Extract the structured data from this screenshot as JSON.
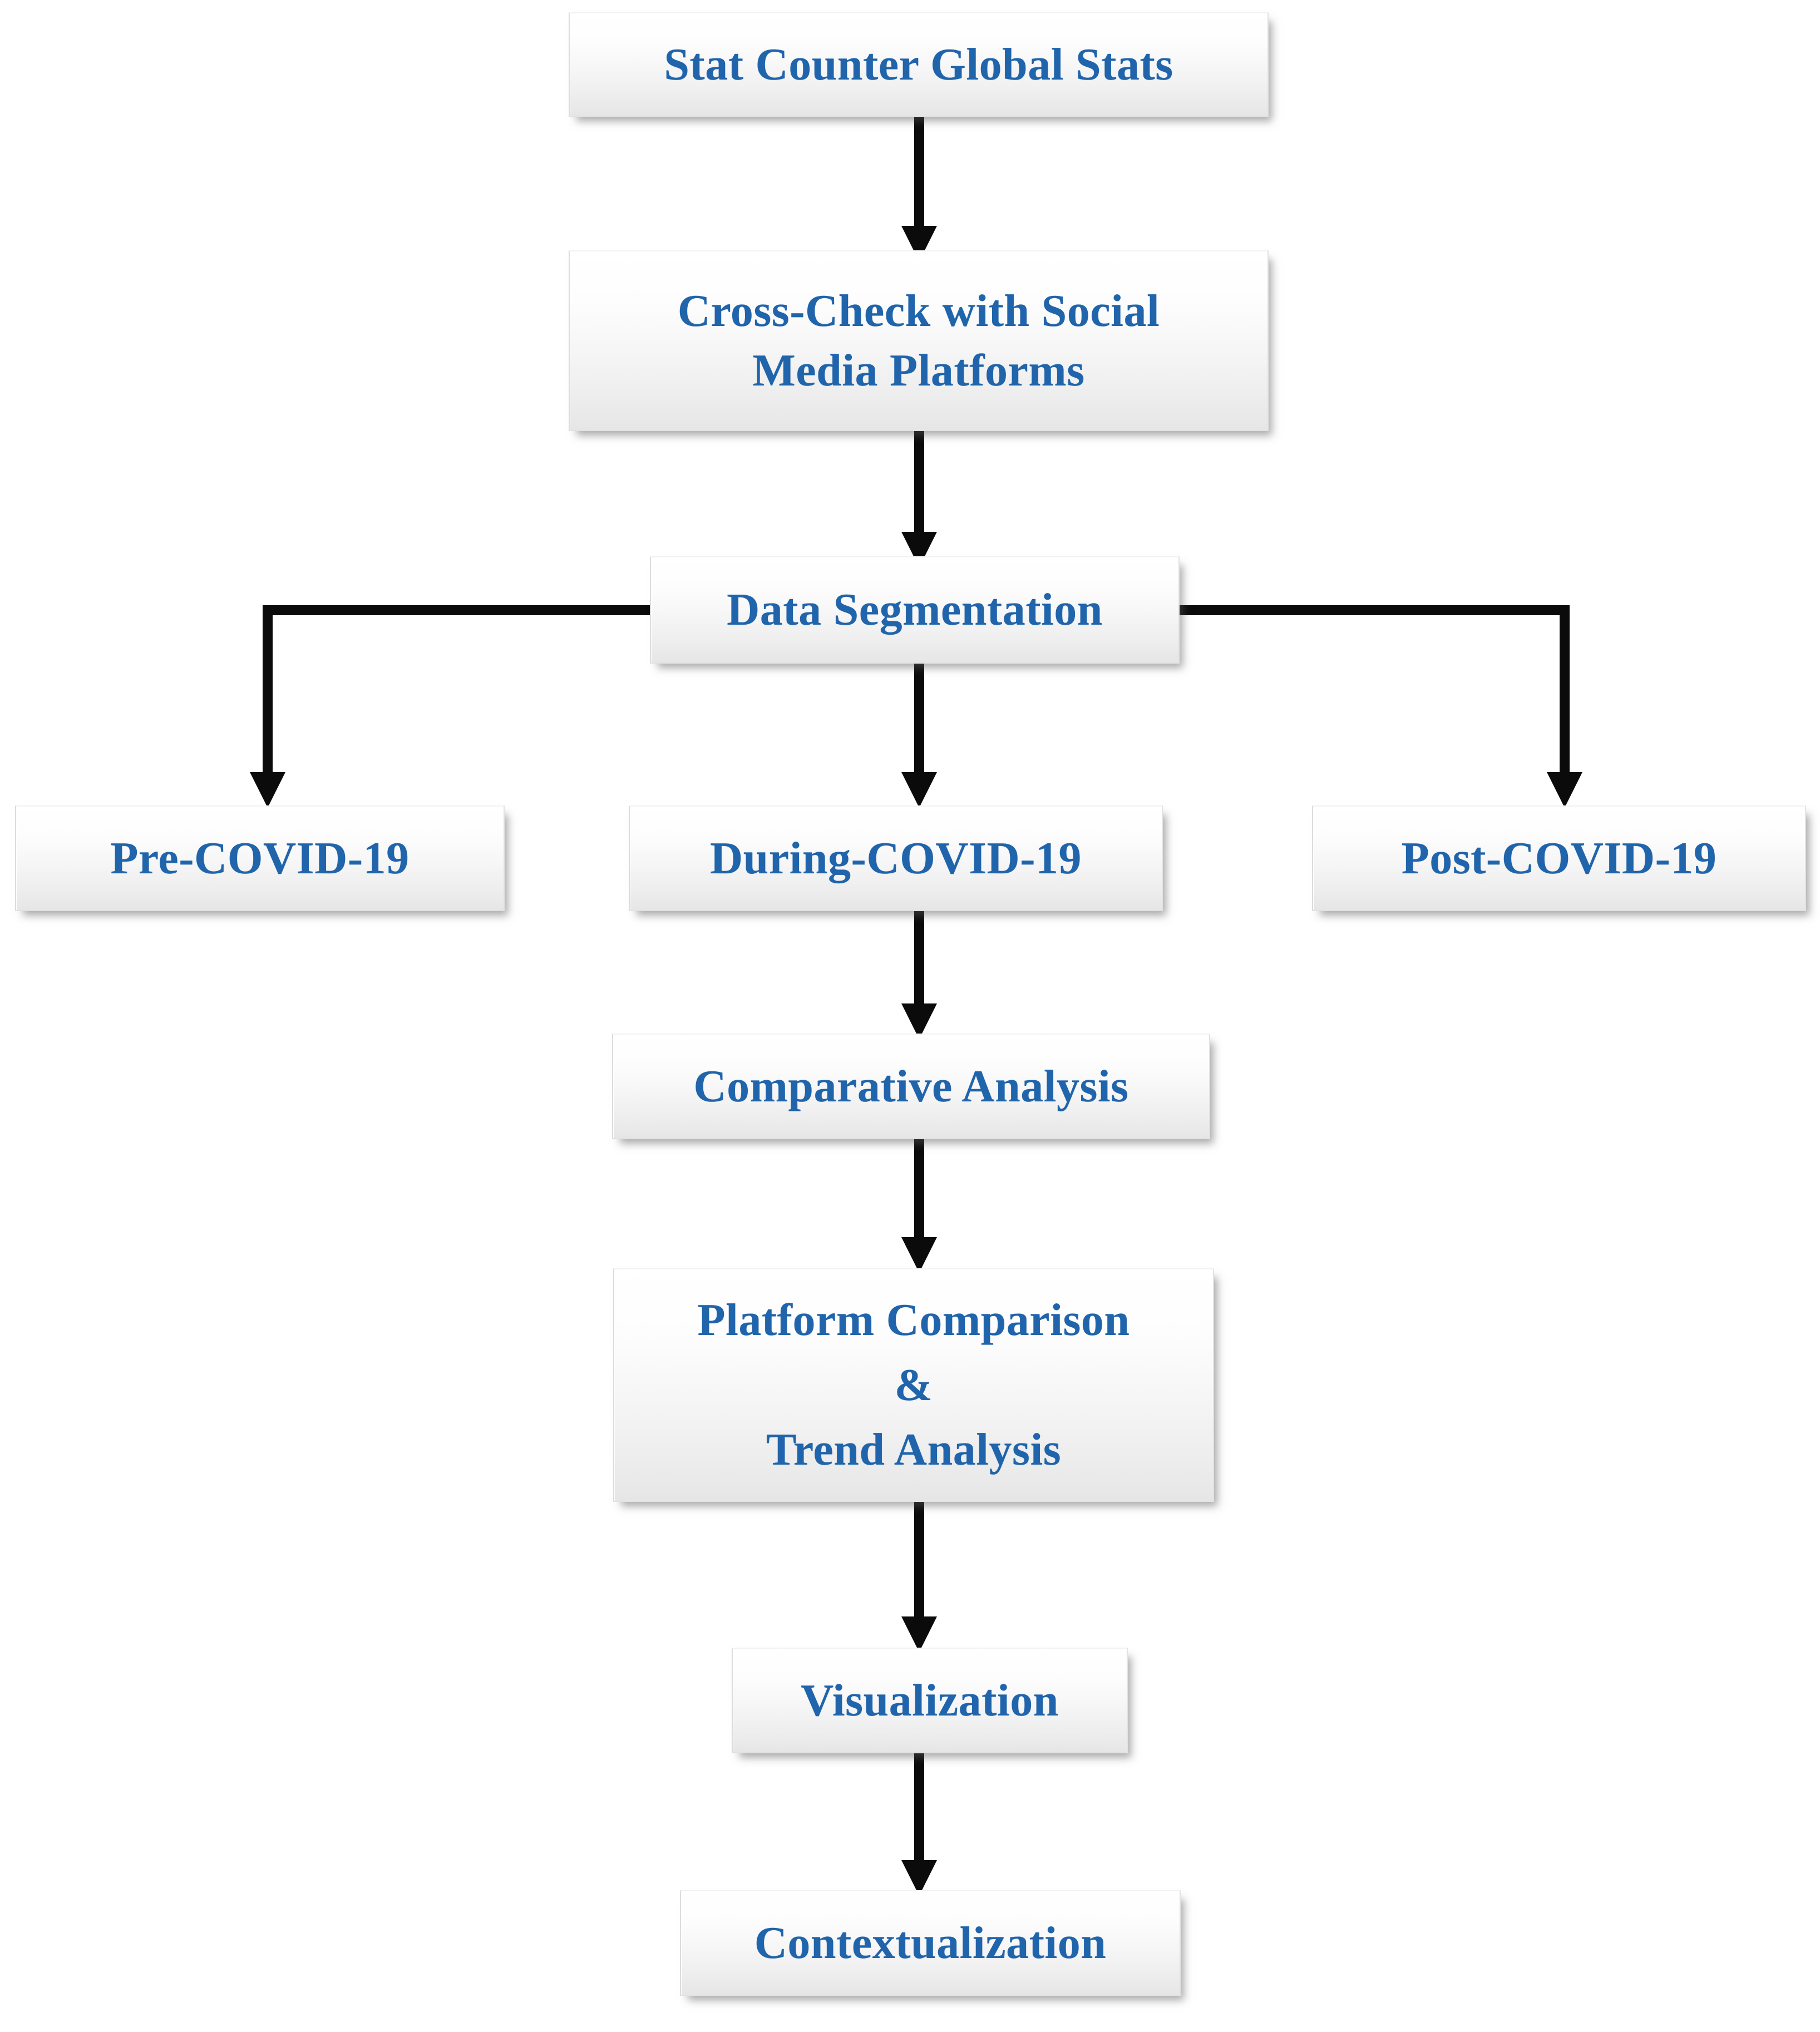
{
  "diagram": {
    "title": "Research Methodology Flowchart",
    "type": "flowchart",
    "orientation": "top-to-bottom",
    "palette": {
      "node_text": "#2064ab",
      "node_fill_top": "#ffffff",
      "node_fill_bottom": "#e6e6e6",
      "node_border": "#e2e2e2",
      "connector": "#0b0b0b",
      "background": "#ffffff"
    },
    "nodes": [
      {
        "id": "source",
        "label": "Stat Counter  Global  Stats"
      },
      {
        "id": "crosscheck",
        "label": "Cross-Check with  Social\nMedia Platforms"
      },
      {
        "id": "segmentation",
        "label": "Data Segmentation"
      },
      {
        "id": "pre",
        "label": "Pre-COVID-19"
      },
      {
        "id": "during",
        "label": "During-COVID-19"
      },
      {
        "id": "post",
        "label": "Post-COVID-19"
      },
      {
        "id": "comparative",
        "label": "Comparative  Analysis"
      },
      {
        "id": "platform",
        "label": "Platform  Comparison\n&\nTrend Analysis"
      },
      {
        "id": "visualization",
        "label": "Visualization"
      },
      {
        "id": "context",
        "label": "Contextualization"
      }
    ],
    "edges": [
      {
        "from": "source",
        "to": "crosscheck",
        "style": "straight-down"
      },
      {
        "from": "crosscheck",
        "to": "segmentation",
        "style": "straight-down"
      },
      {
        "from": "segmentation",
        "to": "pre",
        "style": "elbow-left"
      },
      {
        "from": "segmentation",
        "to": "during",
        "style": "straight-down"
      },
      {
        "from": "segmentation",
        "to": "post",
        "style": "elbow-right"
      },
      {
        "from": "during",
        "to": "comparative",
        "style": "straight-down"
      },
      {
        "from": "comparative",
        "to": "platform",
        "style": "straight-down"
      },
      {
        "from": "platform",
        "to": "visualization",
        "style": "straight-down"
      },
      {
        "from": "visualization",
        "to": "context",
        "style": "straight-down"
      }
    ]
  }
}
